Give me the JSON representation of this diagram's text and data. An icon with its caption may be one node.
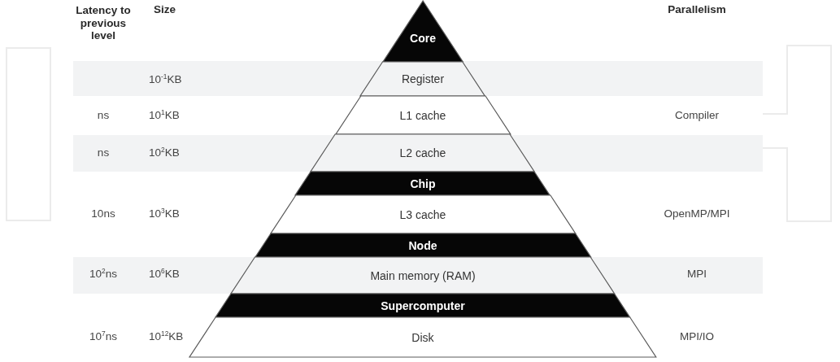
{
  "diagram": {
    "nodes": [
      {
        "text": [
          "Core"
        ]
      },
      {
        "text": [
          "Register"
        ]
      },
      {
        "text": [
          "L1 cache"
        ]
      },
      {
        "text": [
          "L2 cache"
        ]
      },
      {
        "text": [
          "Chip"
        ]
      },
      {
        "text": [
          "L3 cache"
        ]
      },
      {
        "text": [
          "Node"
        ]
      },
      {
        "text": [
          "Main memory (RAM)"
        ]
      },
      {
        "text": [
          "Supercomputer"
        ]
      },
      {
        "text": [
          "Disk"
        ]
      }
    ],
    "labels": [
      "Latency to previous level",
      "Size",
      "Parallelism",
      "10$^{-1}$KB",
      "ns",
      "10$^{1}$KB",
      "Compiler",
      "ns",
      "10$^{2}$KB",
      "10ns",
      "10$^{3}$KB",
      "OpenMP/MPI",
      "10$^{2}$ns",
      "10$^{6}$KB",
      "MPI",
      "10$^{7}$ns",
      "10$^{12}$KB",
      "MPI/IO"
    ]
  }
}
